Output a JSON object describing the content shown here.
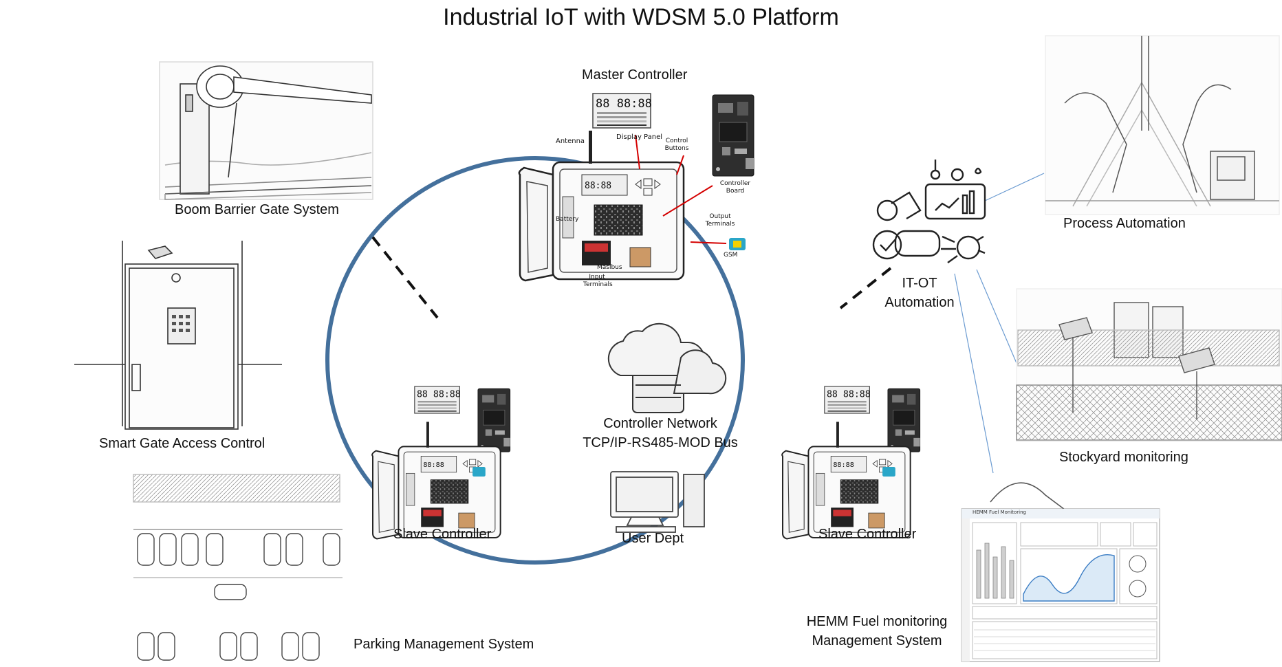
{
  "title": "Industrial IoT with WDSM 5.0 Platform",
  "labels": {
    "boom_barrier": "Boom Barrier Gate System",
    "smart_gate": "Smart Gate Access Control",
    "parking": "Parking Management System",
    "master_controller": "Master Controller",
    "slave_left": "Slave Controller",
    "slave_right": "Slave Controller",
    "network_line1": "Controller Network",
    "network_line2": "TCP/IP-RS485-MOD Bus",
    "user_dept": "User Dept",
    "itot_line1": "IT-OT",
    "itot_line2": "Automation",
    "process_automation": "Process Automation",
    "stockyard": "Stockyard monitoring",
    "hemm_line1": "HEMM Fuel monitoring",
    "hemm_line2": "Management System"
  },
  "controller_labels": {
    "antenna": "Antenna",
    "display_panel": "Display Panel",
    "control_buttons_1": "Control",
    "control_buttons_2": "Buttons",
    "controller_board_1": "Controller",
    "controller_board_2": "Board",
    "output_terminals_1": "Output",
    "output_terminals_2": "Terminals",
    "battery": "Battery",
    "gsm": "GSM",
    "masibus": "Masibus",
    "input_terminals_1": "Input",
    "input_terminals_2": "Terminals",
    "lcd_digits": "88 88:88"
  },
  "dashboard": {
    "title": "HEMM Fuel Monitoring"
  },
  "colors": {
    "ring": "#44709c",
    "connector": "#6b9bd1",
    "red": "#d40000",
    "gsm": "#2aa6c8"
  }
}
